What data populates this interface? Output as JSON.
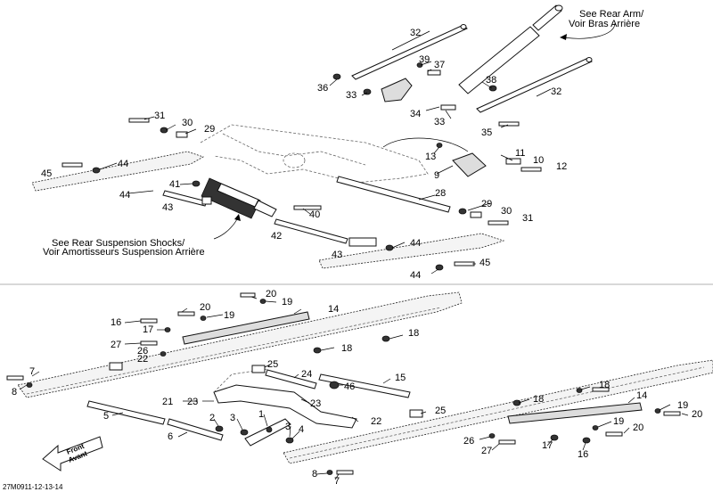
{
  "notes": {
    "rear_arm_en": "See Rear Arm/",
    "rear_arm_fr": "Voir Bras Arrière",
    "shocks_en": "See Rear Suspension Shocks/",
    "shocks_fr": "Voir Amortisseurs Suspension Arrière",
    "front_en": "Front",
    "front_fr": "Avant"
  },
  "drawing_code": "27M0911-12-13-14",
  "callouts": {
    "c32a": "32",
    "c32b": "32",
    "c36": "36",
    "c33a": "33",
    "c39": "39",
    "c37": "37",
    "c38": "38",
    "c34": "34",
    "c33b": "33",
    "c35": "35",
    "c31a": "31",
    "c30a": "30",
    "c29a": "29",
    "c13": "13",
    "c11": "11",
    "c10": "10",
    "c12": "12",
    "c9": "9",
    "c45a": "45",
    "c44a": "44",
    "c41": "41",
    "c44b": "44",
    "c43a": "43",
    "c28": "28",
    "c29b": "29",
    "c30b": "30",
    "c31b": "31",
    "c40": "40",
    "c42": "42",
    "c44c": "44",
    "c43b": "43",
    "c45b": "45",
    "c44d": "44",
    "c20a": "20",
    "c19a": "19",
    "c20b": "20",
    "c19b": "19",
    "c14a": "14",
    "c16a": "16",
    "c17a": "17",
    "c18a": "18",
    "c18b": "18",
    "c27a": "27",
    "c26a": "26",
    "c22a": "22",
    "c7a": "7",
    "c8a": "8",
    "c25a": "25",
    "c24": "24",
    "c15": "15",
    "c46": "46",
    "c21": "21",
    "c23a": "23",
    "c23b": "23",
    "c22b": "22",
    "c5": "5",
    "c2": "2",
    "c3a": "3",
    "c1": "1",
    "c3b": "3",
    "c4": "4",
    "c6": "6",
    "c25b": "25",
    "c18c": "18",
    "c18d": "18",
    "c14b": "14",
    "c19c": "19",
    "c20c": "20",
    "c19d": "19",
    "c20d": "20",
    "c26b": "26",
    "c27b": "27",
    "c17b": "17",
    "c16b": "16",
    "c8b": "8",
    "c7b": "7"
  }
}
